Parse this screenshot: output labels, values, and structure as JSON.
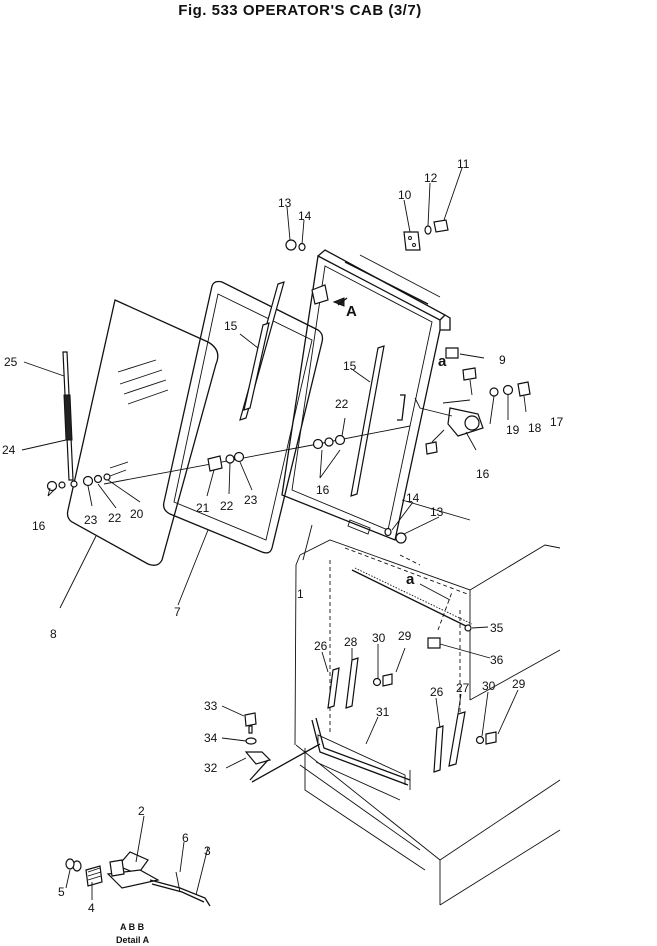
{
  "figure": {
    "title": "Fig. 533   OPERATOR'S CAB (3/7)"
  },
  "detail_label": {
    "top": "A  B  B",
    "bottom": "Detail  A"
  },
  "view_marks": {
    "arrow_label": "A",
    "ref_a_1": "a",
    "ref_a_2": "a"
  },
  "callouts": [
    {
      "id": "c1",
      "label": "1"
    },
    {
      "id": "c2",
      "label": "2"
    },
    {
      "id": "c3",
      "label": "3"
    },
    {
      "id": "c4",
      "label": "4"
    },
    {
      "id": "c5",
      "label": "5"
    },
    {
      "id": "c6",
      "label": "6"
    },
    {
      "id": "c7",
      "label": "7"
    },
    {
      "id": "c8",
      "label": "8"
    },
    {
      "id": "c9",
      "label": "9"
    },
    {
      "id": "c10",
      "label": "10"
    },
    {
      "id": "c11",
      "label": "11"
    },
    {
      "id": "c12",
      "label": "12"
    },
    {
      "id": "c13a",
      "label": "13"
    },
    {
      "id": "c13b",
      "label": "13"
    },
    {
      "id": "c14a",
      "label": "14"
    },
    {
      "id": "c14b",
      "label": "14"
    },
    {
      "id": "c15a",
      "label": "15"
    },
    {
      "id": "c15b",
      "label": "15"
    },
    {
      "id": "c16a",
      "label": "16"
    },
    {
      "id": "c16b",
      "label": "16"
    },
    {
      "id": "c16c",
      "label": "16"
    },
    {
      "id": "c17",
      "label": "17"
    },
    {
      "id": "c18",
      "label": "18"
    },
    {
      "id": "c19",
      "label": "19"
    },
    {
      "id": "c20",
      "label": "20"
    },
    {
      "id": "c21",
      "label": "21"
    },
    {
      "id": "c22a",
      "label": "22"
    },
    {
      "id": "c22b",
      "label": "22"
    },
    {
      "id": "c22c",
      "label": "22"
    },
    {
      "id": "c23a",
      "label": "23"
    },
    {
      "id": "c23b",
      "label": "23"
    },
    {
      "id": "c24",
      "label": "24"
    },
    {
      "id": "c25",
      "label": "25"
    },
    {
      "id": "c26a",
      "label": "26"
    },
    {
      "id": "c26b",
      "label": "26"
    },
    {
      "id": "c27",
      "label": "27"
    },
    {
      "id": "c28",
      "label": "28"
    },
    {
      "id": "c29a",
      "label": "29"
    },
    {
      "id": "c29b",
      "label": "29"
    },
    {
      "id": "c30a",
      "label": "30"
    },
    {
      "id": "c30b",
      "label": "30"
    },
    {
      "id": "c31",
      "label": "31"
    },
    {
      "id": "c32",
      "label": "32"
    },
    {
      "id": "c33",
      "label": "33"
    },
    {
      "id": "c34",
      "label": "34"
    },
    {
      "id": "c35",
      "label": "35"
    },
    {
      "id": "c36",
      "label": "36"
    }
  ]
}
